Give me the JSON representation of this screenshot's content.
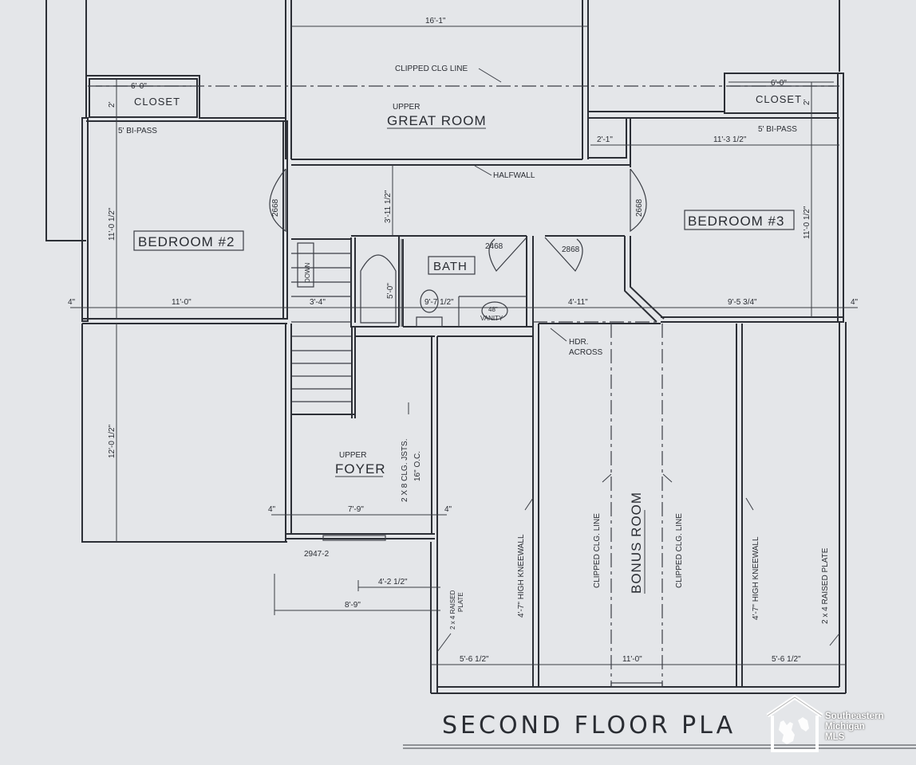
{
  "title": "SECOND FLOOR PLA",
  "watermark": {
    "line1": "Southeastern",
    "line2": "Michigan",
    "line3": "MLS"
  },
  "rooms": {
    "great_room_upper": "UPPER",
    "great_room": "GREAT ROOM",
    "bedroom2": "BEDROOM #2",
    "bedroom3": "BEDROOM #3",
    "closet_left": "CLOSET",
    "closet_right": "CLOSET",
    "bath": "BATH",
    "foyer_upper": "UPPER",
    "foyer": "FOYER",
    "bonus_room": "BONUS ROOM"
  },
  "notes": {
    "clipped_clg_line_top": "CLIPPED CLG LINE",
    "halfwall": "HALFWALL",
    "bipass_left": "5' BI-PASS",
    "bipass_right": "5' BI-PASS",
    "door_2668_left": "2668",
    "door_2668_right": "2668",
    "door_2468": "2468",
    "door_2868": "2868",
    "down": "DOWN",
    "vanity_size": "48\"",
    "vanity": "VANITY",
    "hdr_1": "HDR.",
    "hdr_2": "ACROSS",
    "joists_1": "2 X 8 CLG. JSTS.",
    "joists_2": "16\" O.C.",
    "window": "2947-2",
    "raised_plate_left_1": "2 x 4 RAISED",
    "raised_plate_left_2": "PLATE",
    "kneewall_left": "4'-7\" HIGH KNEEWALL",
    "clipped_left": "CLIPPED CLG. LINE",
    "clipped_right": "CLIPPED CLG. LINE",
    "kneewall_right": "4'-7\" HIGH KNEEWALL",
    "raised_plate_right": "2 x 4 RAISED PLATE"
  },
  "dimensions": {
    "great_room_width": "16'-1\"",
    "closet_left_w": "6'-0\"",
    "closet_left_d": "2'",
    "closet_right_w": "6'-0\"",
    "closet_right_d": "2'",
    "hall_2_1": "2'-1\"",
    "bed3_upper_w": "11'-3 1/2\"",
    "bed2_depth": "11'-0 1/2\"",
    "bed3_depth": "11'-0 1/2\"",
    "hall_depth": "3'-11 1/2\"",
    "bath_depth": "5'-0\"",
    "wall_4_left": "4\"",
    "bed2_width": "11'-0\"",
    "stair_w": "3'-4\"",
    "bath_w": "9'-7 1/2\"",
    "hall_w": "4'-11\"",
    "bed3_width": "9'-5 3/4\"",
    "wall_4_right": "4\"",
    "left_depth": "12'-0 1/2\"",
    "foyer_wall_left": "4\"",
    "foyer_width": "7'-9\"",
    "foyer_wall_right": "4\"",
    "raised_4_2": "4'-2 1/2\"",
    "raised_8_9": "8'-9\"",
    "bottom_left": "5'-6 1/2\"",
    "bottom_mid": "11'-0\"",
    "bottom_right": "5'-6 1/2\""
  },
  "colors": {
    "paper": "#e4e6e9",
    "ink": "#2c2f36",
    "logo": "#ffffff"
  }
}
